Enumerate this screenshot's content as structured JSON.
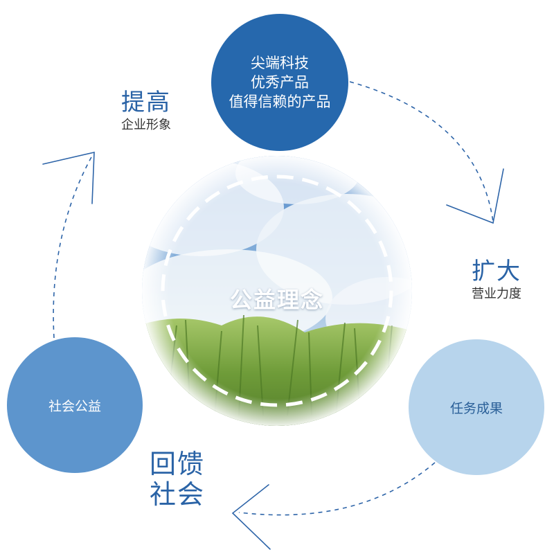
{
  "center": {
    "title": "公益理念"
  },
  "nodes": {
    "top": {
      "lines": [
        "尖端科技",
        "优秀产品",
        "值得信赖的产品"
      ]
    },
    "left": {
      "label": "社会公益"
    },
    "right": {
      "label": "任务成果"
    }
  },
  "labels": {
    "top_left": {
      "title": "提高",
      "subtitle": "企业形象"
    },
    "right": {
      "title": "扩大",
      "subtitle": "营业力度"
    },
    "bottom": {
      "line1": "回馈",
      "line2": "社会"
    }
  },
  "colors": {
    "node_top": "#2668ad",
    "node_left": "#5d95cd",
    "node_right": "#b7d4ec",
    "label_blue": "#2a63a6",
    "arrow": "#2d64a8"
  }
}
